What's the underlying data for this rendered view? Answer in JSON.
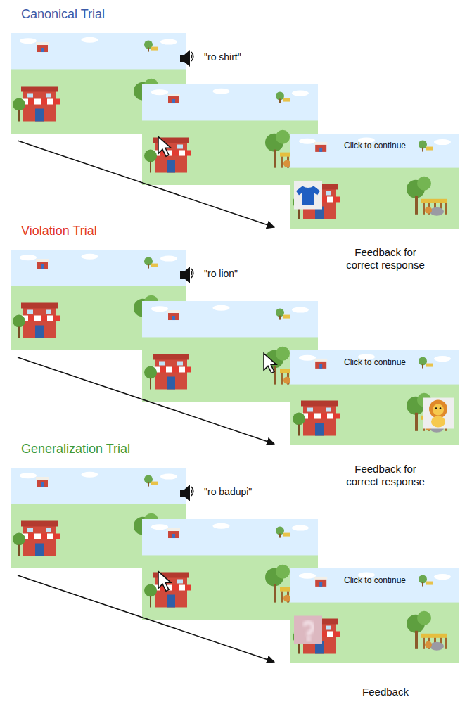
{
  "diagram": {
    "nodes": [
      {
        "text": [
          "Click to continue"
        ]
      },
      {
        "text": [
          "Click to continue"
        ]
      },
      {
        "text": [
          "Click to continue"
        ]
      }
    ],
    "labels": [
      "Canonical Trial",
      "\"ro shirt\"",
      "Feedback for correct response",
      "Violation Trial",
      "\"ro lion\"",
      "Feedback for correct response",
      "Generalization Trial",
      "\"ro badupi\"",
      "Feedback"
    ]
  }
}
